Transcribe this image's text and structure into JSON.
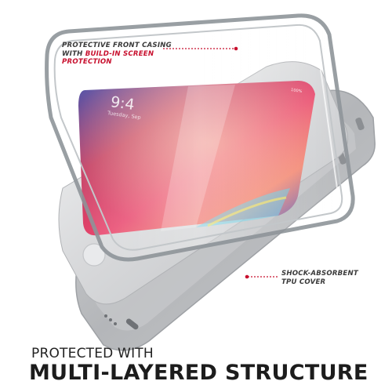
{
  "callouts": {
    "front_casing": {
      "line1": "PROTECTIVE FRONT CASING",
      "line2_prefix": "WITH ",
      "line2_accent": "BUILD-IN SCREEN",
      "line3_accent": "PROTECTION"
    },
    "tpu_cover": {
      "line1": "SHOCK-ABSORBENT",
      "line2": "TPU COVER"
    }
  },
  "headline": {
    "line1": "PROTECTED WITH",
    "line2": "MULTI-LAYERED STRUCTURE"
  },
  "phone_screen": {
    "time": "9:4",
    "date": "Tuesday, Sep",
    "battery": "100%"
  },
  "colors": {
    "accent_red": "#c8102e",
    "callout_text": "#3a3a3a",
    "headline_text": "#1c1c1c",
    "phone_silver": "#d9dadc",
    "tpu_gray": "#b8babd",
    "clear_frame": "#8f959a",
    "screen_pink": "#e03a63",
    "screen_blue": "#2a56d6"
  },
  "icons": {
    "callout_pointer": "dotted-leader-with-dot"
  }
}
